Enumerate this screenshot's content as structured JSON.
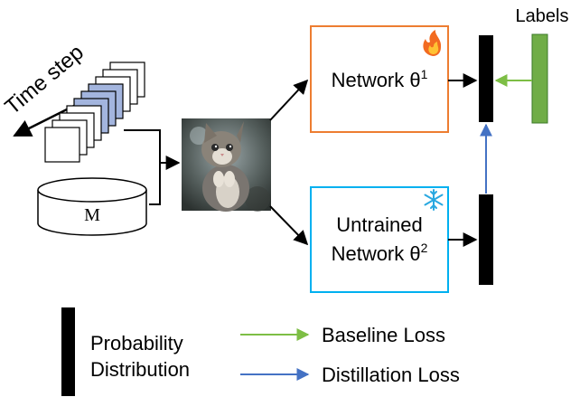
{
  "time_step_label": "Time step",
  "memory_label": "M",
  "network1": {
    "name": "Network θ",
    "sup": "1",
    "accent": "#ED7D31",
    "icon": "fire-icon"
  },
  "network2": {
    "line1": "Untrained",
    "line2_name": "Network θ",
    "sup": "2",
    "accent": "#00B0F0",
    "icon": "snowflake-icon"
  },
  "labels_title": "Labels",
  "legend": {
    "prob_line1": "Probability",
    "prob_line2": "Distribution",
    "baseline": "Baseline Loss",
    "distillation": "Distillation Loss"
  },
  "colors": {
    "orange": "#ED7D31",
    "cyan": "#00B0F0",
    "green_bar": "#70AD47",
    "green_arrow": "#7DBE45",
    "blue_arrow": "#4472C4",
    "highlighted_frame": "#A3B5DE"
  },
  "image": {
    "subject": "kitten-photo"
  }
}
